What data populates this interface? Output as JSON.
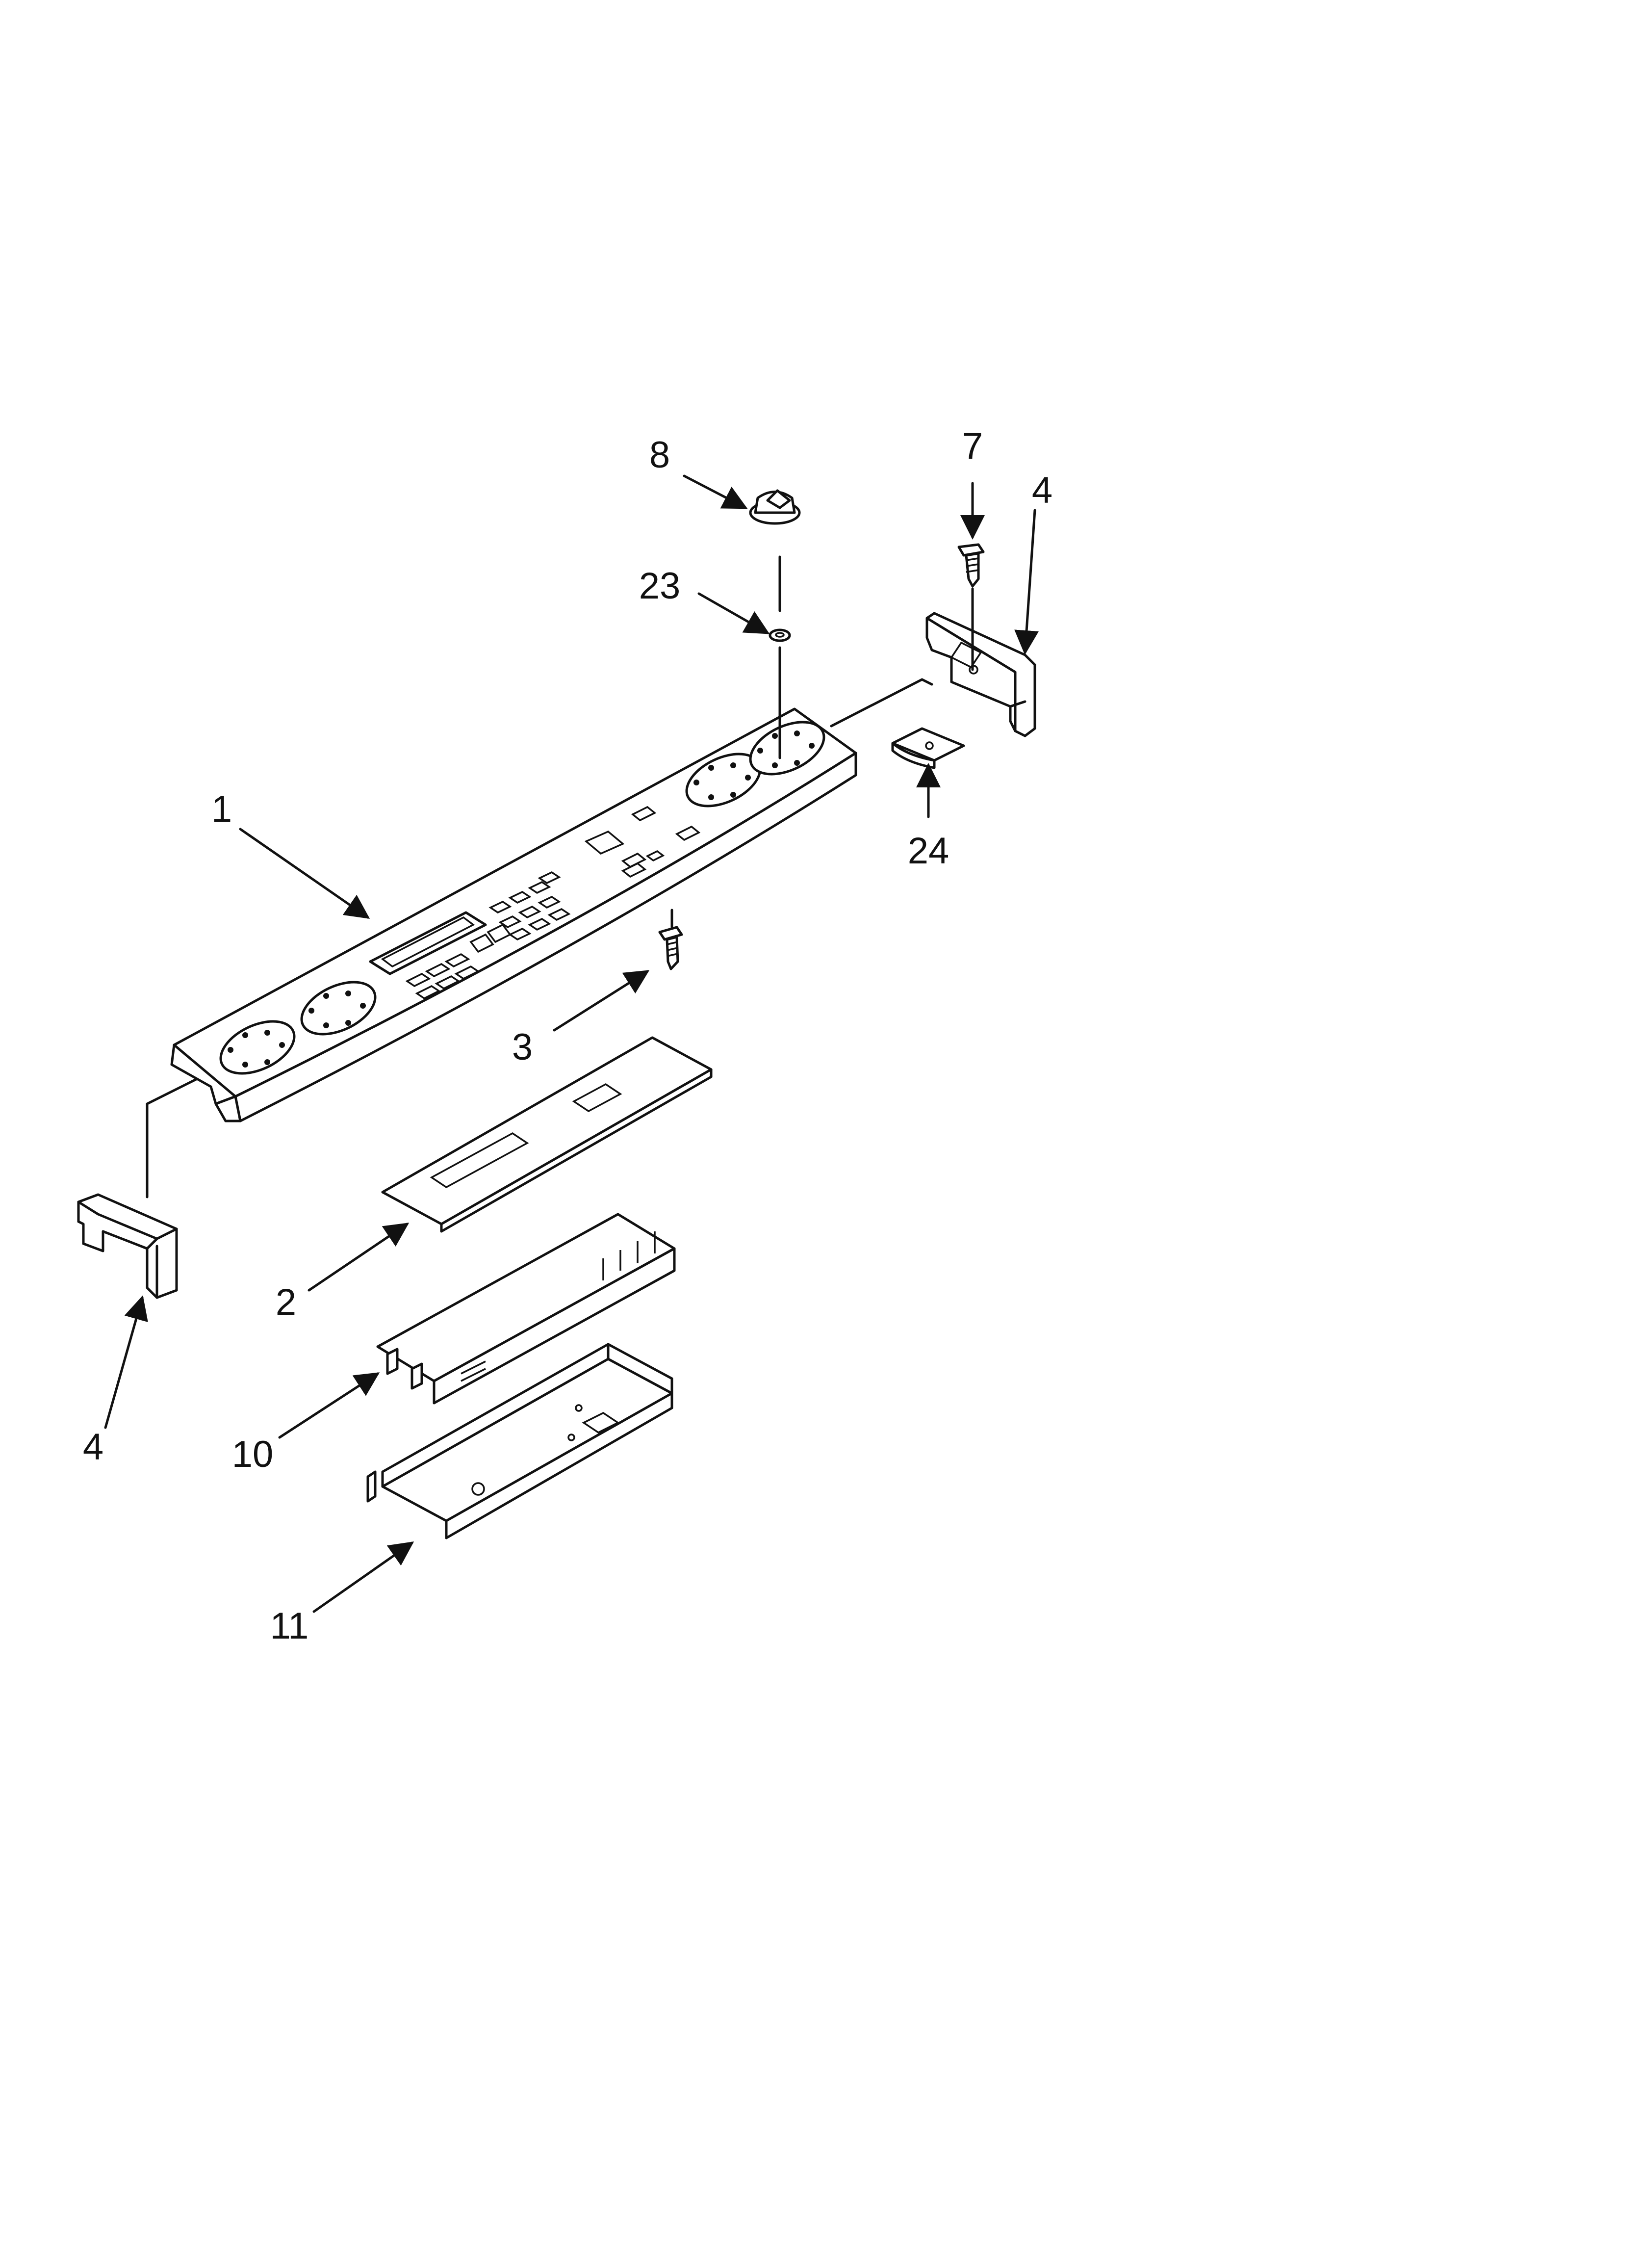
{
  "diagram": {
    "callouts": {
      "c1": "1",
      "c2": "2",
      "c3": "3",
      "c4_left": "4",
      "c4_right": "4",
      "c7": "7",
      "c8": "8",
      "c10": "10",
      "c11": "11",
      "c23": "23",
      "c24": "24"
    },
    "colors": {
      "line": "#111111",
      "background": "#ffffff"
    }
  }
}
